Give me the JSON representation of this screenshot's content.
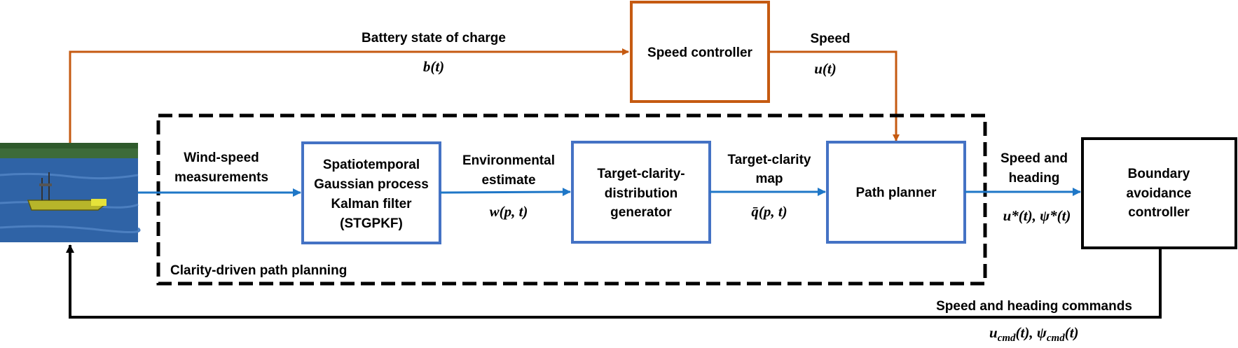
{
  "colors": {
    "orange": "#c55a11",
    "blue": "#1f77c7",
    "box_blue": "#4472c4",
    "black": "#000000"
  },
  "boat_photo": {
    "icon": "usv-boat-photo"
  },
  "top_path": {
    "label": "Battery state of charge",
    "math": "b(t)"
  },
  "speed_controller": {
    "label": "Speed controller"
  },
  "speed_out": {
    "label": "Speed",
    "math": "u(t)"
  },
  "dashed_region": {
    "label": "Clarity-driven path planning"
  },
  "wind": {
    "line1": "Wind-speed",
    "line2": "measurements"
  },
  "stgpkf": {
    "line1": "Spatiotemporal",
    "line2": "Gaussian process",
    "line3": "Kalman filter",
    "line4": "(STGPKF)"
  },
  "env": {
    "line1": "Environmental",
    "line2": "estimate",
    "math": "w(p, t)"
  },
  "tcd": {
    "line1": "Target-clarity-",
    "line2": "distribution",
    "line3": "generator"
  },
  "tcmap": {
    "line1": "Target-clarity",
    "line2": "map",
    "math": "q̄(p, t)"
  },
  "path_planner": {
    "label": "Path planner"
  },
  "speed_heading": {
    "line1": "Speed and",
    "line2": "heading",
    "math": "u*(t), ψ*(t)"
  },
  "boundary": {
    "line1": "Boundary",
    "line2": "avoidance",
    "line3": "controller"
  },
  "feedback": {
    "label": "Speed and heading commands",
    "math_u": "u",
    "math_u_sub": "cmd",
    "math_mid": "(t), ψ",
    "math_psi_sub": "cmd",
    "math_end": "(t)"
  }
}
